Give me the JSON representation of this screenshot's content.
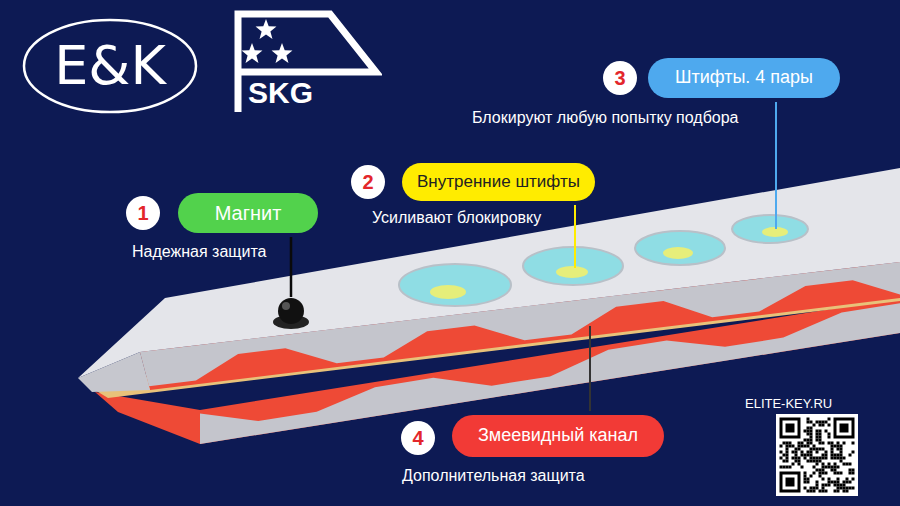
{
  "diagram": {
    "nodes": [
      {
        "text": [
          "E&K"
        ]
      },
      {
        "text": [
          "SKG"
        ]
      },
      {
        "text": [
          "Штифты. 4 пары",
          "Блокируют любую попытку подбора"
        ]
      },
      {
        "text": [
          "Внутренние штифты",
          "Усиливают блокировку"
        ]
      },
      {
        "text": [
          "Магнит",
          "Надежная защита"
        ]
      },
      {
        "text": [
          "Змеевидный канал",
          "Дополнительная защита"
        ]
      }
    ],
    "labels": [
      "3",
      "2",
      "1",
      "4",
      "ELITE-KEY.RU"
    ]
  }
}
